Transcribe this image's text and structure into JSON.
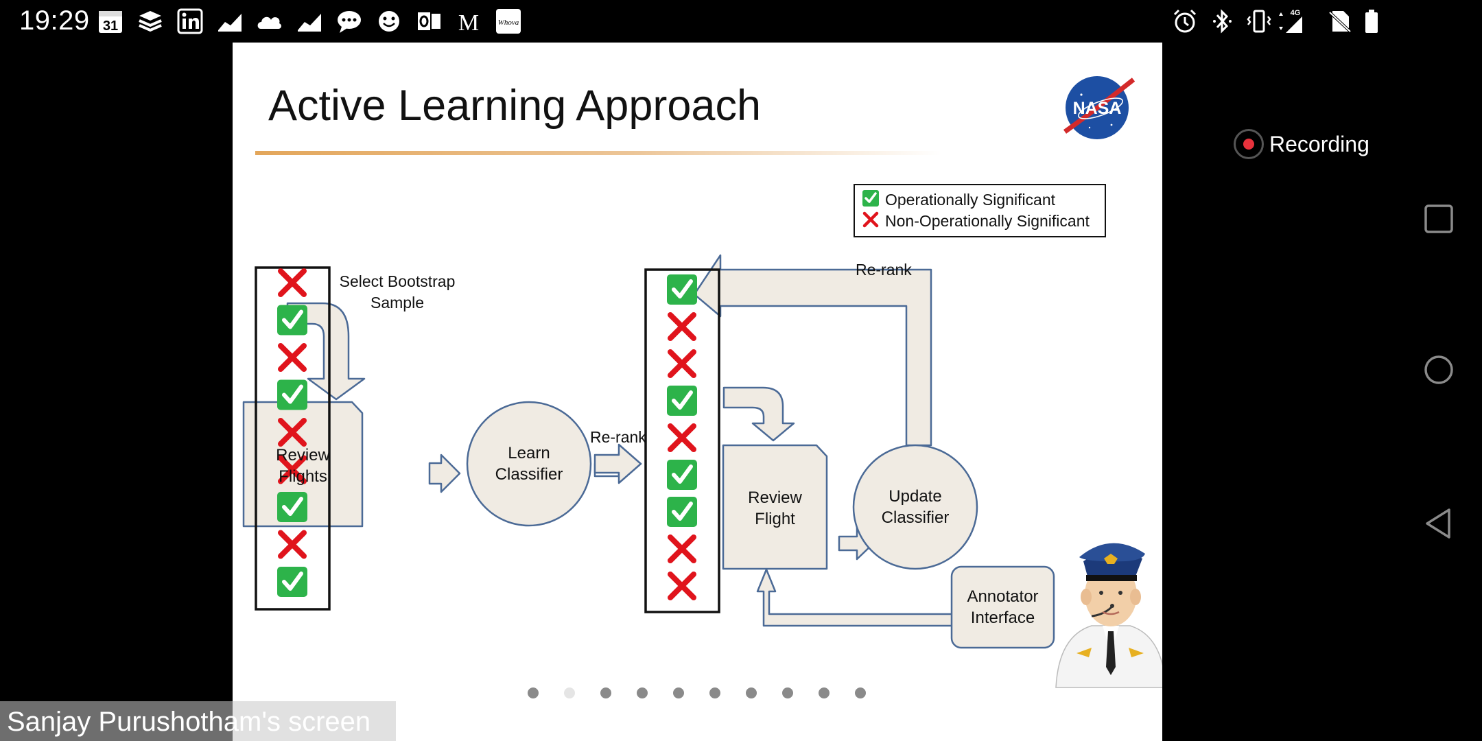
{
  "status_bar": {
    "time": "19:29",
    "calendar_day": "31",
    "left_icons": [
      "calendar-icon",
      "buffer-icon",
      "linkedin-icon",
      "chart-icon",
      "cloud-icon",
      "chart-icon",
      "chat-icon",
      "smiley-icon",
      "outlook-icon",
      "medium-icon",
      "whova-icon"
    ],
    "right_icons": [
      "alarm-icon",
      "bluetooth-icon",
      "vibrate-icon",
      "signal-4g-icon",
      "no-sim-icon",
      "battery-icon"
    ],
    "network_label": "4G"
  },
  "slide": {
    "title": "Active Learning Approach",
    "legend": {
      "significant": "Operationally Significant",
      "non_significant": "Non-Operationally Significant"
    },
    "left_column": [
      "x",
      "check",
      "x",
      "check",
      "x",
      "x",
      "check",
      "x",
      "check"
    ],
    "middle_column": [
      "check",
      "x",
      "x",
      "check",
      "x",
      "check",
      "check",
      "x",
      "x"
    ],
    "labels": {
      "select_bootstrap": [
        "Select Bootstrap",
        "Sample"
      ],
      "review_flights": [
        "Review",
        "Flights"
      ],
      "learn_classifier": [
        "Learn",
        "Classifier"
      ],
      "rerank_1": "Re-rank",
      "rerank_2": "Re-rank",
      "review_flight": [
        "Review",
        "Flight"
      ],
      "update_classifier": [
        "Update",
        "Classifier"
      ],
      "annotator_interface": [
        "Annotator",
        "Interface"
      ]
    },
    "pagination": {
      "count": 10,
      "active_index": 1
    }
  },
  "recording": {
    "label": "Recording"
  },
  "nav_bar": [
    "recents-button",
    "home-button",
    "back-button"
  ],
  "screen_share_caption": "Sanjay Purushotham's screen",
  "colors": {
    "node_fill": "#f0ebe3",
    "node_stroke": "#4b6a96",
    "check_green": "#2db34a",
    "cross_red": "#e0141c",
    "title_rule": "#e3a65a"
  }
}
